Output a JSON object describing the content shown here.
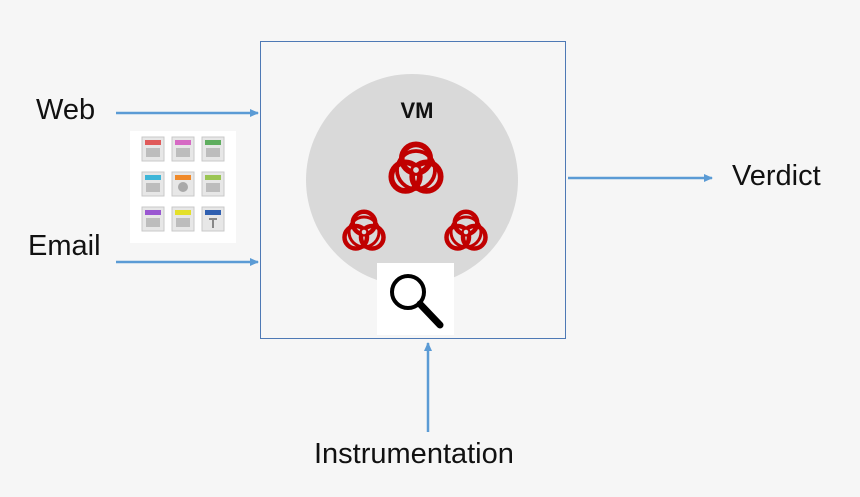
{
  "inputs": {
    "web_label": "Web",
    "email_label": "Email"
  },
  "vm": {
    "label": "VM"
  },
  "output": {
    "verdict_label": "Verdict"
  },
  "instrumentation": {
    "label": "Instrumentation"
  },
  "icons": {
    "file_types": "file-types-grid-icon",
    "biohazard": "biohazard-icon",
    "magnifier": "magnifying-glass-icon"
  },
  "colors": {
    "arrow": "#5b9bd5",
    "box_border": "#4e79b5",
    "vm_circle": "#d9d9d9",
    "biohazard": "#c00000",
    "background": "#f6f6f6"
  }
}
